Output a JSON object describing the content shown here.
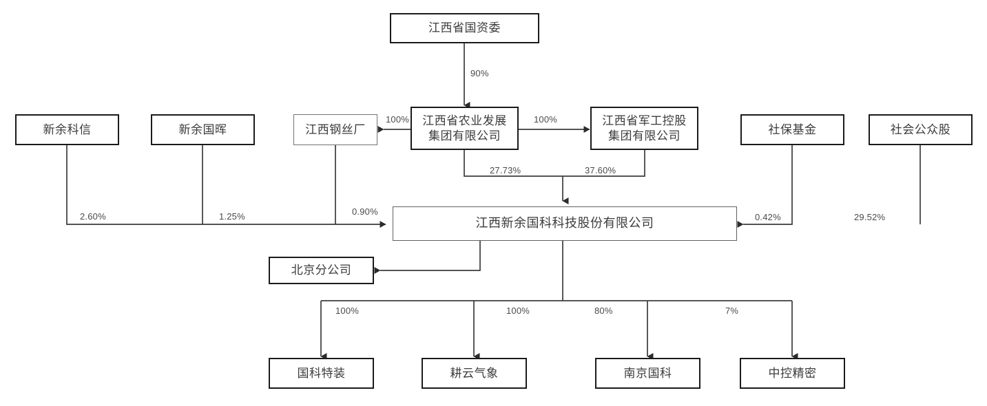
{
  "diagram": {
    "type": "ownership-structure-chart",
    "nodes": [
      {
        "id": "sasac",
        "label": "江西省国资委"
      },
      {
        "id": "xinyu-kexin",
        "label": "新余科信"
      },
      {
        "id": "xinyu-guohui",
        "label": "新余国晖"
      },
      {
        "id": "jx-steelwire",
        "label": "江西钢丝厂"
      },
      {
        "id": "agri-group",
        "label": "江西省农业发展\n集团有限公司"
      },
      {
        "id": "military-group",
        "label": "江西省军工控股\n集团有限公司"
      },
      {
        "id": "ssf",
        "label": "社保基金"
      },
      {
        "id": "public",
        "label": "社会公众股"
      },
      {
        "id": "core",
        "label": "江西新余国科科技股份有限公司"
      },
      {
        "id": "beijing",
        "label": "北京分公司"
      },
      {
        "id": "guoke-tezhuang",
        "label": "国科特装"
      },
      {
        "id": "gengyun",
        "label": "耕云气象"
      },
      {
        "id": "nanjing-guoke",
        "label": "南京国科"
      },
      {
        "id": "zhongkong",
        "label": "中控精密"
      }
    ],
    "edges": [
      {
        "from": "sasac",
        "to": "agri-group",
        "label": "90%"
      },
      {
        "from": "agri-group",
        "to": "jx-steelwire",
        "label": "100%"
      },
      {
        "from": "agri-group",
        "to": "military-group",
        "label": "100%"
      },
      {
        "from": "agri-group",
        "to": "core",
        "label": "27.73%"
      },
      {
        "from": "military-group",
        "to": "core",
        "label": "37.60%"
      },
      {
        "from": "xinyu-kexin",
        "to": "core",
        "label": "2.60%"
      },
      {
        "from": "xinyu-guohui",
        "to": "core",
        "label": "1.25%"
      },
      {
        "from": "jx-steelwire",
        "to": "core",
        "label": "0.90%"
      },
      {
        "from": "ssf",
        "to": "core",
        "label": "0.42%"
      },
      {
        "from": "public",
        "to": "core",
        "label": "29.52%"
      },
      {
        "from": "core",
        "to": "beijing",
        "label": ""
      },
      {
        "from": "core",
        "to": "guoke-tezhuang",
        "label": "100%"
      },
      {
        "from": "core",
        "to": "gengyun",
        "label": "100%"
      },
      {
        "from": "core",
        "to": "nanjing-guoke",
        "label": "80%"
      },
      {
        "from": "core",
        "to": "zhongkong",
        "label": "7%"
      }
    ],
    "colors": {
      "box_border": "#1a1a1a",
      "box_border_light": "#6e7275",
      "line": "#3b3b3b",
      "text": "#3b3b3b",
      "label_text": "#4a4a4a",
      "background": "#ffffff"
    }
  }
}
